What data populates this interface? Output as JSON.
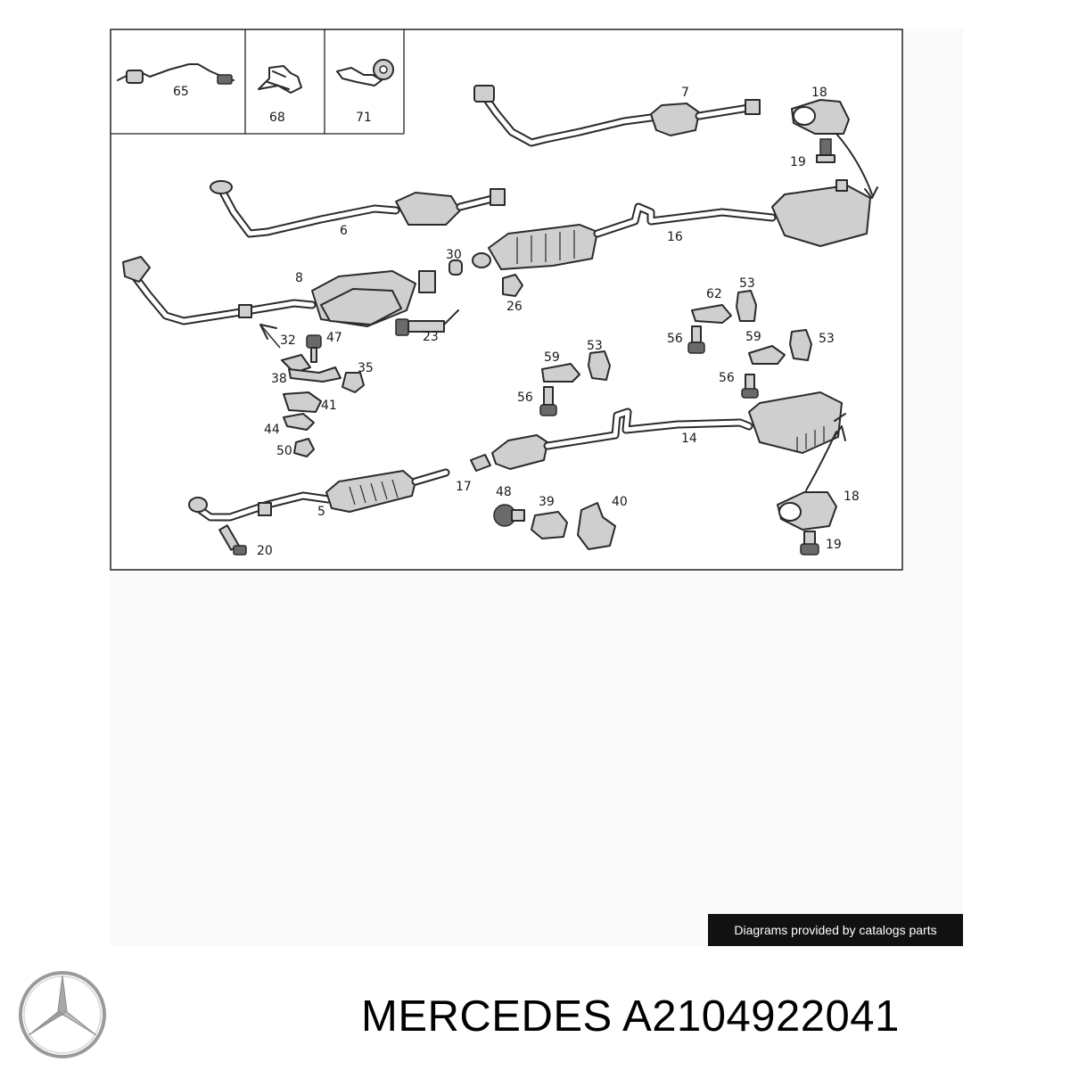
{
  "inset_labels": [
    "65",
    "68",
    "71"
  ],
  "callouts": {
    "c7": "7",
    "c18a": "18",
    "c19a": "19",
    "c6": "6",
    "c16": "16",
    "c30": "30",
    "c8": "8",
    "c26": "26",
    "c23": "23",
    "c62": "62",
    "c53a": "53",
    "c32": "32",
    "c47": "47",
    "c56a": "56",
    "c59a": "59",
    "c53b": "53",
    "c38": "38",
    "c35": "35",
    "c59b": "59",
    "c53c": "53",
    "c56b": "56",
    "c41": "41",
    "c56c": "56",
    "c44": "44",
    "c14": "14",
    "c50": "50",
    "c17": "17",
    "c48": "48",
    "c39": "39",
    "c40": "40",
    "c18b": "18",
    "c5": "5",
    "c19b": "19",
    "c20": "20"
  },
  "credit": "Diagrams provided by catalogs parts",
  "caption": "MERCEDES A2104922041",
  "logo_icon": "mercedes-star-icon"
}
